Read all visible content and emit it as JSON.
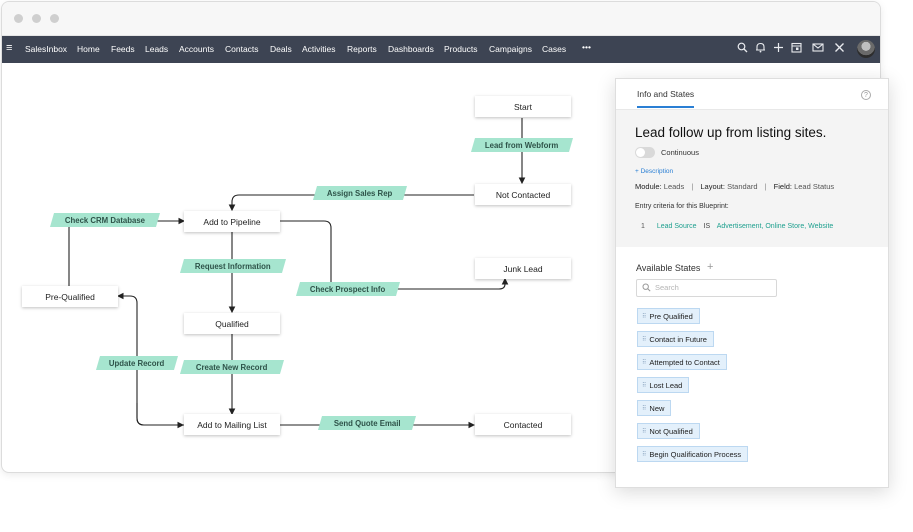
{
  "nav": {
    "menu_icon": "hamburger-icon",
    "items": [
      "SalesInbox",
      "Home",
      "Feeds",
      "Leads",
      "Accounts",
      "Contacts",
      "Deals",
      "Activities",
      "Reports",
      "Dashboards",
      "Products",
      "Campaigns",
      "Cases"
    ],
    "more": "•••",
    "right_icons": [
      "search-icon",
      "bell-icon",
      "plus-icon",
      "calendar-icon",
      "note-icon",
      "mail-icon",
      "tools-icon",
      "avatar"
    ]
  },
  "flow": {
    "nodes": [
      "Start",
      "Not Contacted",
      "Add to Pipeline",
      "Junk Lead",
      "Pre-Qualified",
      "Qualified",
      "Add to Mailing List",
      "Contacted"
    ],
    "transitions": [
      "Lead from Webform",
      "Assign Sales Rep",
      "Check CRM Database",
      "Request Information",
      "Check Prospect Info",
      "Update Record",
      "Create New Record",
      "Send Quote Email"
    ]
  },
  "panel": {
    "tab": "Info and States",
    "help": "?",
    "title": "Lead follow up from listing sites.",
    "toggle_label": "Continuous",
    "description_link": "+ Description",
    "module_label": "Module:",
    "module_value": "Leads",
    "layout_label": "Layout:",
    "layout_value": "Standard",
    "field_label": "Field:",
    "field_value": "Lead Status",
    "criteria_label": "Entry criteria for this Blueprint:",
    "criteria_num": "1",
    "criteria_field": "Lead Source",
    "criteria_op": "IS",
    "criteria_value": "Advertisement, Online Store, Website",
    "states_title": "Available States",
    "states_add": "+",
    "search_placeholder": "Search",
    "states": [
      "Pre Qualified",
      "Contact in Future",
      "Attempted to Contact",
      "Lost Lead",
      "New",
      "Not Qualified",
      "Begin Qualification Process"
    ]
  },
  "colors": {
    "navbar": "#3d4453",
    "transition": "#a6e5cf",
    "accent": "#2a7fd4",
    "criteria": "#1fa08f"
  }
}
